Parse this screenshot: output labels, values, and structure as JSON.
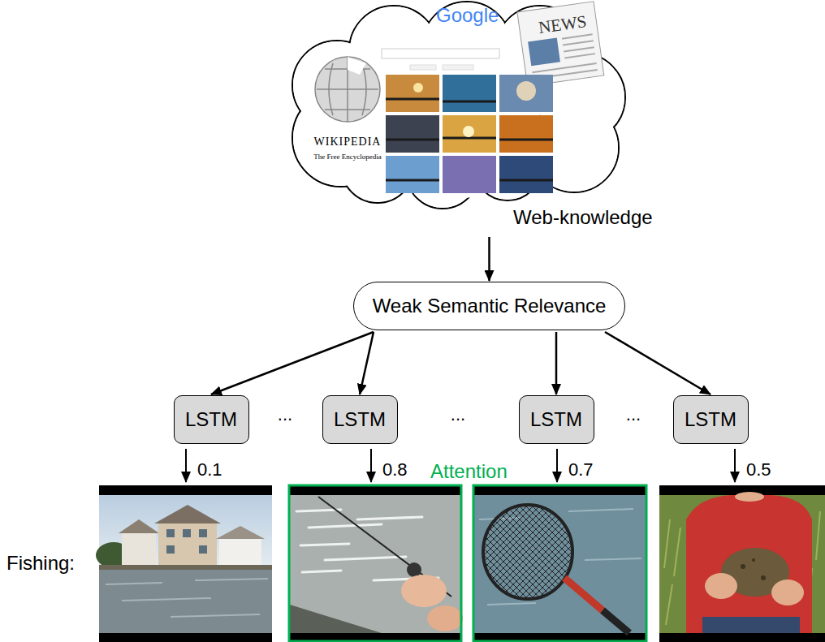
{
  "diagram": {
    "nodes": [
      {
        "text": [
          "WIKIPEDIA",
          "The Free Encyclopedia",
          "Google",
          "NEWS",
          "Web-knowledge"
        ]
      },
      {
        "text": [
          "Weak Semantic Relevance"
        ]
      },
      {
        "text": [
          "LSTM"
        ]
      },
      {
        "text": [
          "LSTM"
        ]
      },
      {
        "text": [
          "LSTM"
        ]
      },
      {
        "text": [
          "LSTM"
        ]
      }
    ],
    "edges": [
      {
        "from": 0,
        "to": 1,
        "arrow": "to"
      },
      {
        "from": 1,
        "to": 2,
        "arrow": "to"
      },
      {
        "from": 1,
        "to": 3,
        "arrow": "to"
      },
      {
        "from": 1,
        "to": 4,
        "arrow": "to"
      },
      {
        "from": 1,
        "to": 5,
        "arrow": "to"
      }
    ],
    "labels": [
      "...",
      "...",
      "...",
      "Attention",
      "0.1",
      "0.8",
      "0.7",
      "0.5",
      "Fishing:"
    ]
  }
}
